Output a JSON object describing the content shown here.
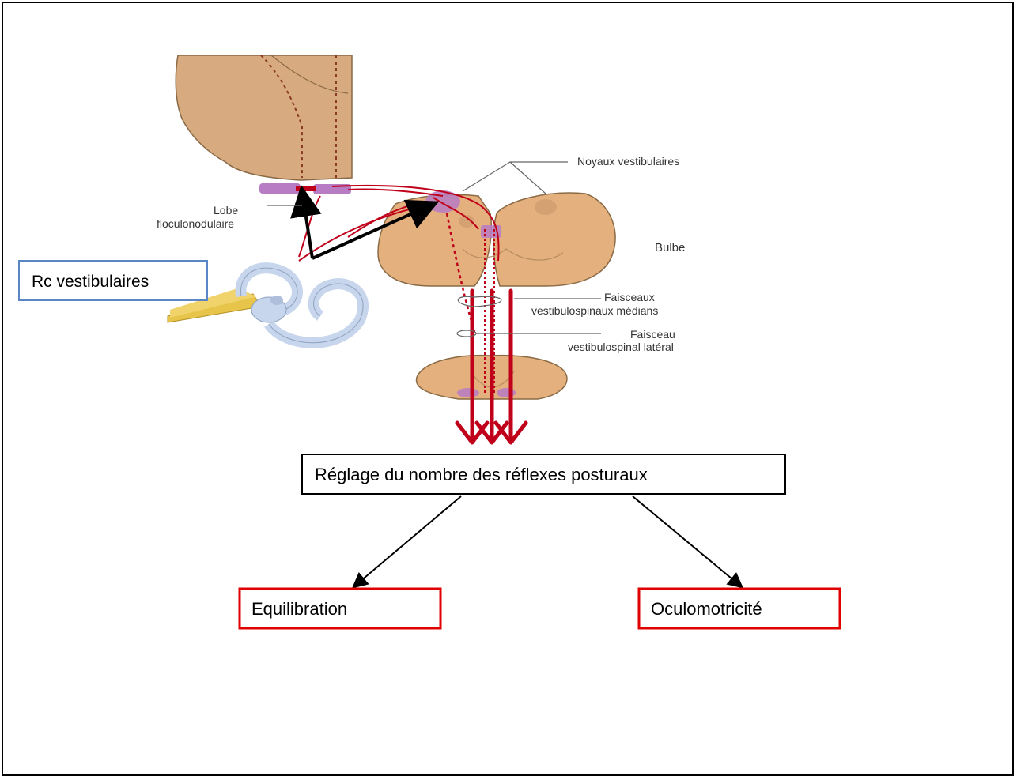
{
  "labels": {
    "noyaux": "Noyaux vestibulaires",
    "lobe_line1": "Lobe",
    "lobe_line2": "floculonodulaire",
    "bulbe": "Bulbe",
    "faisceaux_line1": "Faisceaux",
    "faisceaux_line2": "vestibulospinaux médians",
    "faisceau_line1": "Faisceau",
    "faisceau_line2": "vestibulospinal latéral"
  },
  "boxes": {
    "rc": "Rc vestibulaires",
    "reglage": "Réglage du nombre des réflexes posturaux",
    "equilibration": "Equilibration",
    "oculomotricite": "Oculomotricité"
  },
  "colors": {
    "tissue": "#e3b07e",
    "tissue_stroke": "#8a6a45",
    "pathway": "#c0001a",
    "nucleus": "#b77cc4",
    "box_blue": "#5b86c6",
    "box_red": "#e00000",
    "nerve": "#e7c44a",
    "labyrinth": "#c7d6ec"
  }
}
